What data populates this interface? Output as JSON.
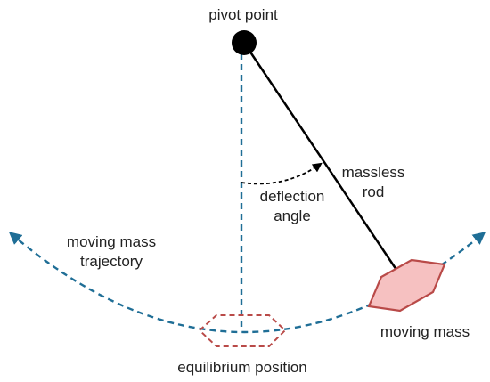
{
  "labels": {
    "pivot_point": "pivot point",
    "massless_rod_line1": "massless",
    "massless_rod_line2": "rod",
    "deflection_angle_line1": "deflection",
    "deflection_angle_line2": "angle",
    "trajectory_line1": "moving mass",
    "trajectory_line2": "trajectory",
    "moving_mass": "moving mass",
    "equilibrium_position": "equilibrium position"
  },
  "colors": {
    "rod": "#000000",
    "pivot": "#000000",
    "trajectory": "#1f6e96",
    "vertical_reference": "#1f6e96",
    "mass_fill": "#f6c1c1",
    "mass_stroke": "#b94a48",
    "equilibrium_stroke": "#b94a48",
    "angle_arc": "#000000"
  }
}
